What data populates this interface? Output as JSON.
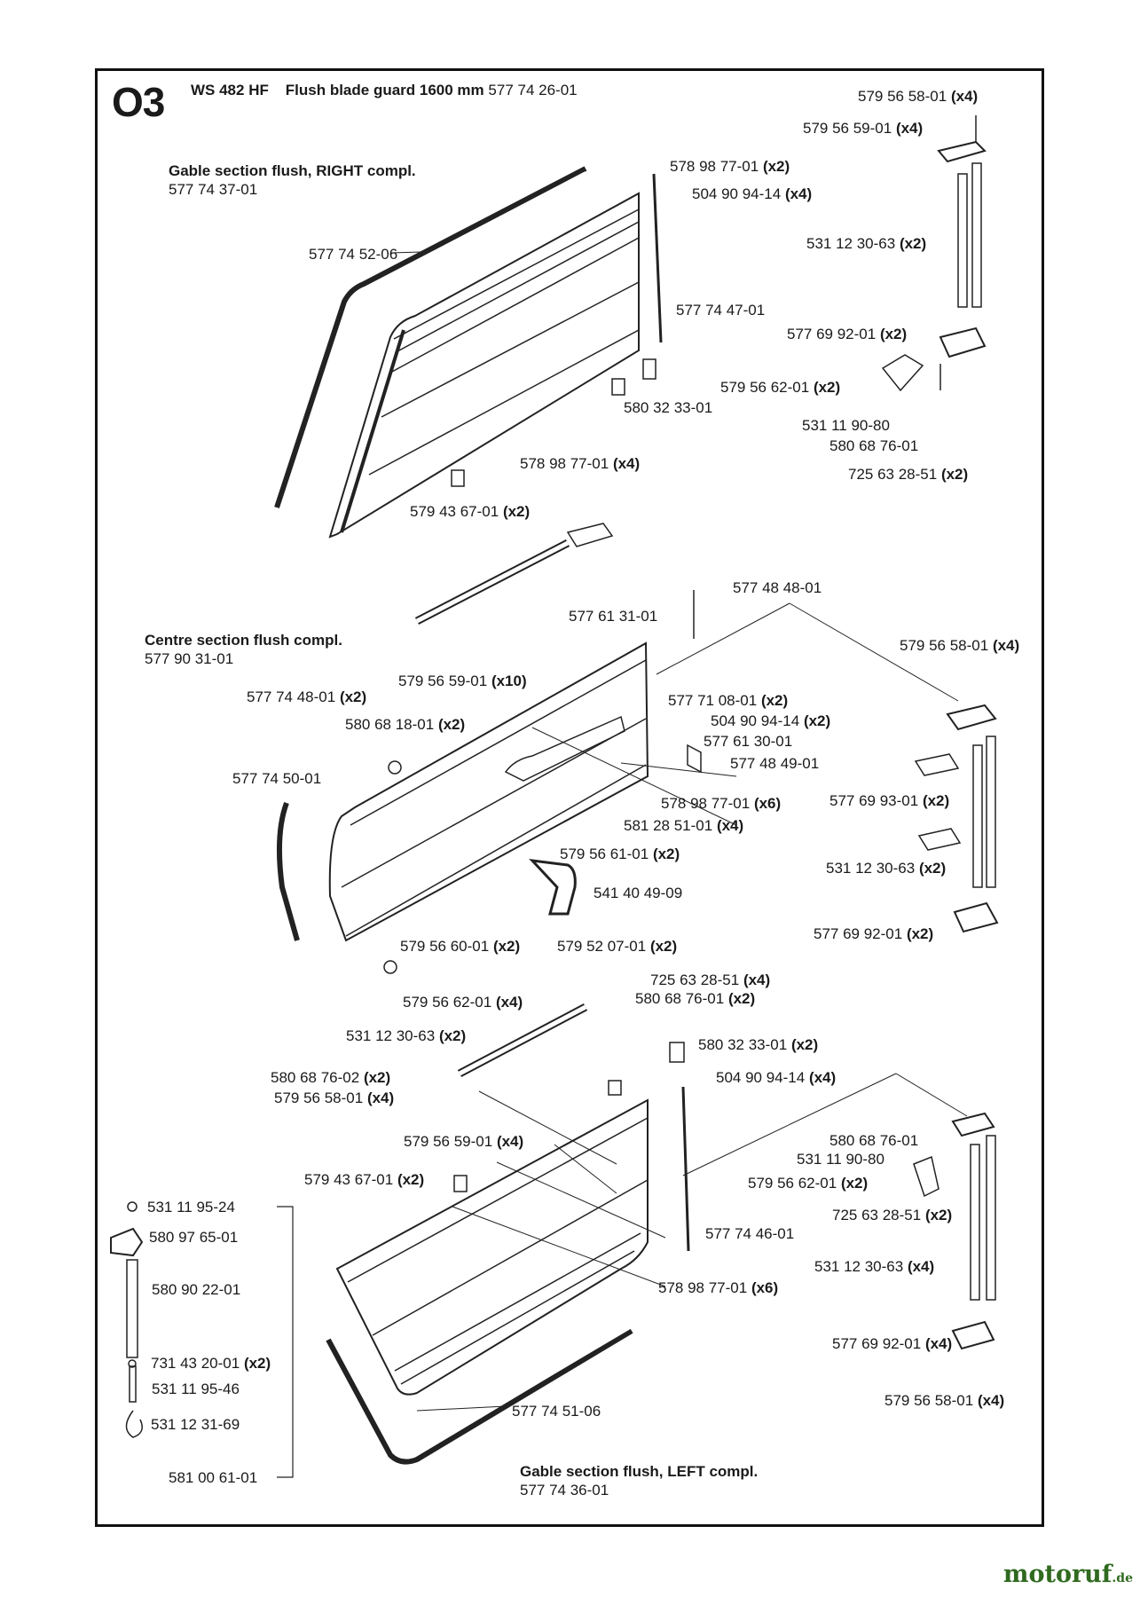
{
  "section": "O3",
  "header": {
    "model": "WS 482 HF",
    "title": "Flush blade guard 1600 mm",
    "part": "577 74 26-01"
  },
  "titles": {
    "right": {
      "name": "Gable section flush, RIGHT compl.",
      "part": "577 74 37-01"
    },
    "centre": {
      "name": "Centre section flush compl.",
      "part": "577 90 31-01"
    },
    "left": {
      "name": "Gable section flush, LEFT compl.",
      "part": "577 74 36-01"
    }
  },
  "callouts": [
    {
      "num": "579 56 58-01",
      "qty": "(x4)"
    },
    {
      "num": "579 56 59-01",
      "qty": "(x4)"
    },
    {
      "num": "578 98 77-01",
      "qty": "(x2)"
    },
    {
      "num": "504 90 94-14",
      "qty": "(x4)"
    },
    {
      "num": "531 12 30-63",
      "qty": "(x2)"
    },
    {
      "num": "577 74 52-06",
      "qty": ""
    },
    {
      "num": "577 74 47-01",
      "qty": ""
    },
    {
      "num": "577 69 92-01",
      "qty": "(x2)"
    },
    {
      "num": "579 56 62-01",
      "qty": "(x2)"
    },
    {
      "num": "580 32 33-01",
      "qty": ""
    },
    {
      "num": "531 11 90-80",
      "qty": ""
    },
    {
      "num": "580 68 76-01",
      "qty": ""
    },
    {
      "num": "578 98 77-01",
      "qty": "(x4)"
    },
    {
      "num": "725 63 28-51",
      "qty": "(x2)"
    },
    {
      "num": "579 43 67-01",
      "qty": "(x2)"
    },
    {
      "num": "577 48 48-01",
      "qty": ""
    },
    {
      "num": "577 61 31-01",
      "qty": ""
    },
    {
      "num": "579 56 58-01",
      "qty": "(x4)"
    },
    {
      "num": "579 56 59-01",
      "qty": "(x10)"
    },
    {
      "num": "577 74 48-01",
      "qty": "(x2)"
    },
    {
      "num": "577 71 08-01",
      "qty": "(x2)"
    },
    {
      "num": "580 68 18-01",
      "qty": "(x2)"
    },
    {
      "num": "504 90 94-14",
      "qty": "(x2)"
    },
    {
      "num": "577 61 30-01",
      "qty": ""
    },
    {
      "num": "577 74 50-01",
      "qty": ""
    },
    {
      "num": "577 48 49-01",
      "qty": ""
    },
    {
      "num": "577 69 93-01",
      "qty": "(x2)"
    },
    {
      "num": "578 98 77-01",
      "qty": "(x6)"
    },
    {
      "num": "581 28 51-01",
      "qty": "(x4)"
    },
    {
      "num": "579 56 61-01",
      "qty": "(x2)"
    },
    {
      "num": "531 12 30-63",
      "qty": "(x2)"
    },
    {
      "num": "541 40 49-09",
      "qty": ""
    },
    {
      "num": "577 69 92-01",
      "qty": "(x2)"
    },
    {
      "num": "579 56 60-01",
      "qty": "(x2)"
    },
    {
      "num": "579 52 07-01",
      "qty": "(x2)"
    },
    {
      "num": "725 63 28-51",
      "qty": "(x4)"
    },
    {
      "num": "579 56 62-01",
      "qty": "(x4)"
    },
    {
      "num": "580 68 76-01",
      "qty": "(x2)"
    },
    {
      "num": "531 12 30-63",
      "qty": "(x2)"
    },
    {
      "num": "580 32 33-01",
      "qty": "(x2)"
    },
    {
      "num": "580 68 76-02",
      "qty": "(x2)"
    },
    {
      "num": "504 90 94-14",
      "qty": "(x4)"
    },
    {
      "num": "579 56 58-01",
      "qty": "(x4)"
    },
    {
      "num": "579 56 59-01",
      "qty": "(x4)"
    },
    {
      "num": "580 68 76-01",
      "qty": ""
    },
    {
      "num": "531 11 90-80",
      "qty": ""
    },
    {
      "num": "579 43 67-01",
      "qty": "(x2)"
    },
    {
      "num": "579 56 62-01",
      "qty": "(x2)"
    },
    {
      "num": "531 11 95-24",
      "qty": ""
    },
    {
      "num": "725 63 28-51",
      "qty": "(x2)"
    },
    {
      "num": "580 97 65-01",
      "qty": ""
    },
    {
      "num": "577 74 46-01",
      "qty": ""
    },
    {
      "num": "531 12 30-63",
      "qty": "(x4)"
    },
    {
      "num": "580 90 22-01",
      "qty": ""
    },
    {
      "num": "578 98 77-01",
      "qty": "(x6)"
    },
    {
      "num": "577 69 92-01",
      "qty": "(x4)"
    },
    {
      "num": "731 43 20-01",
      "qty": "(x2)"
    },
    {
      "num": "531 11 95-46",
      "qty": ""
    },
    {
      "num": "579 56 58-01",
      "qty": "(x4)"
    },
    {
      "num": "531 12 31-69",
      "qty": ""
    },
    {
      "num": "577 74 51-06",
      "qty": ""
    },
    {
      "num": "581 00 61-01",
      "qty": ""
    }
  ],
  "watermark": {
    "name": "motoruf",
    "tld": ".de"
  }
}
